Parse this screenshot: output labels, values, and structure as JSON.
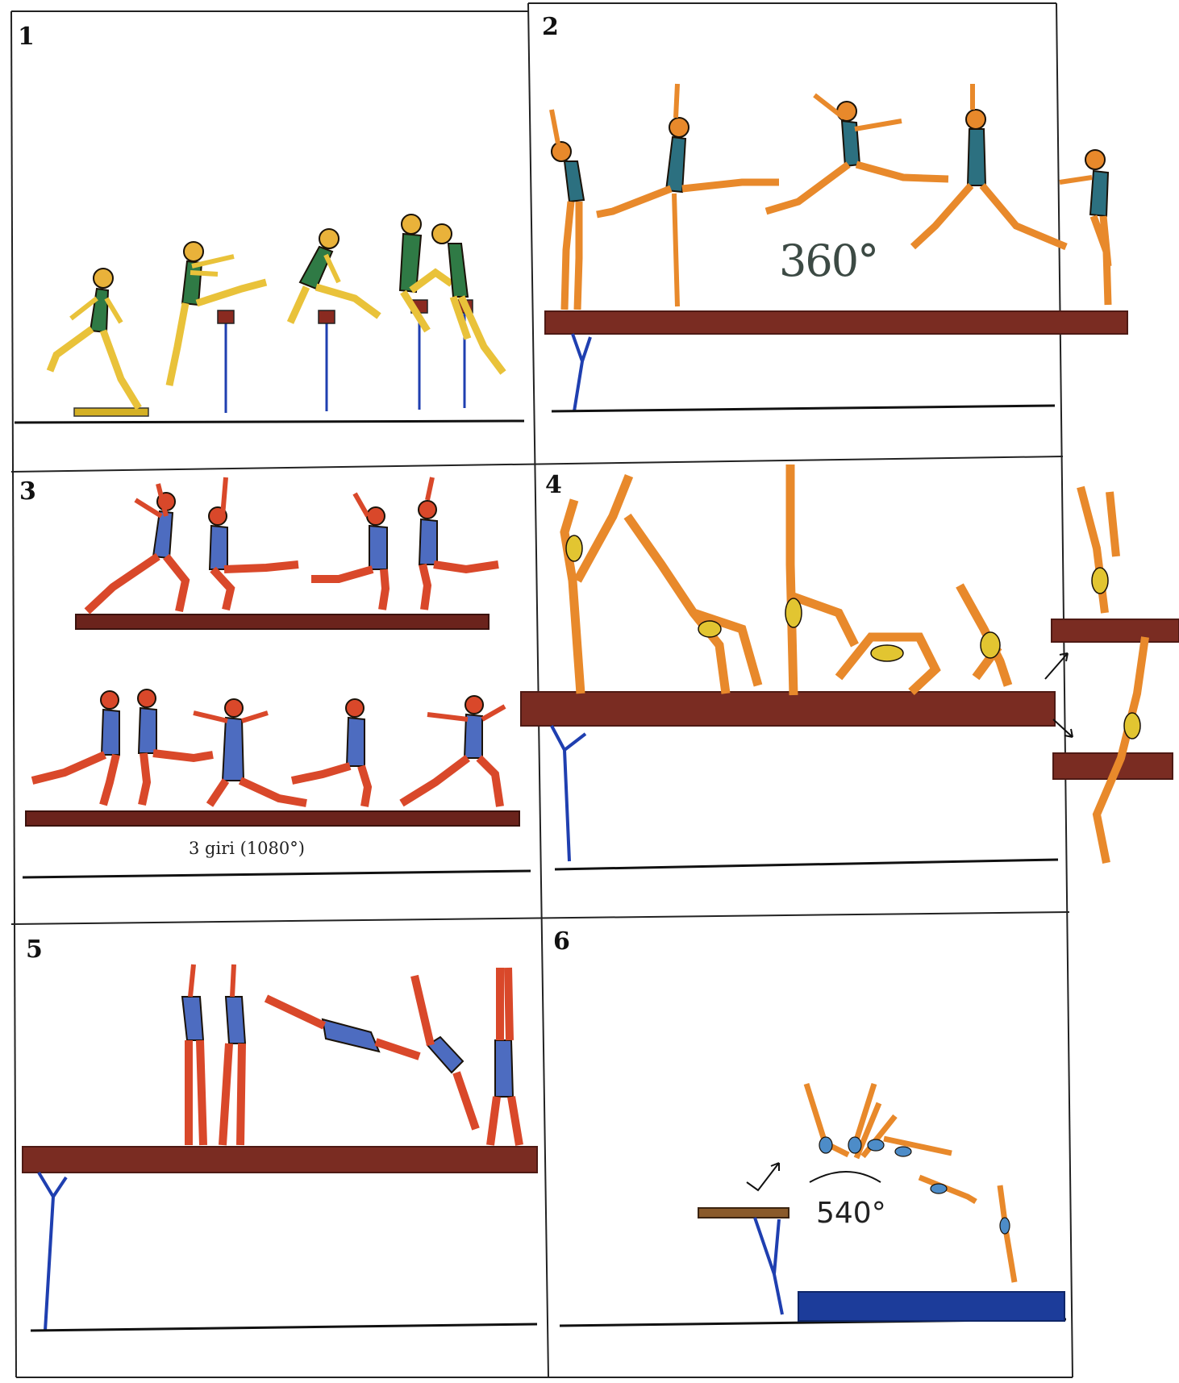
{
  "panels": [
    {
      "number": "1",
      "annotation": ""
    },
    {
      "number": "2",
      "annotation": "360°"
    },
    {
      "number": "3",
      "annotation": "3 giri (1080°)"
    },
    {
      "number": "4",
      "annotation": ""
    },
    {
      "number": "5",
      "annotation": ""
    },
    {
      "number": "6",
      "annotation": "540°"
    }
  ],
  "colors": {
    "beam": "#7a2c22",
    "beam_dark": "#4e1a14",
    "support": "#1f3fb0",
    "mat": "#1c3c9a",
    "skin_orange": "#e8892b",
    "skin_red": "#d9482a",
    "leotard_green": "#2f7a45",
    "leotard_blue": "#4d6cc0",
    "leotard_yellow": "#e2c531",
    "leotard_teal": "#2c7080",
    "leg_yellow": "#e9c23a",
    "outline": "#1a1208"
  }
}
